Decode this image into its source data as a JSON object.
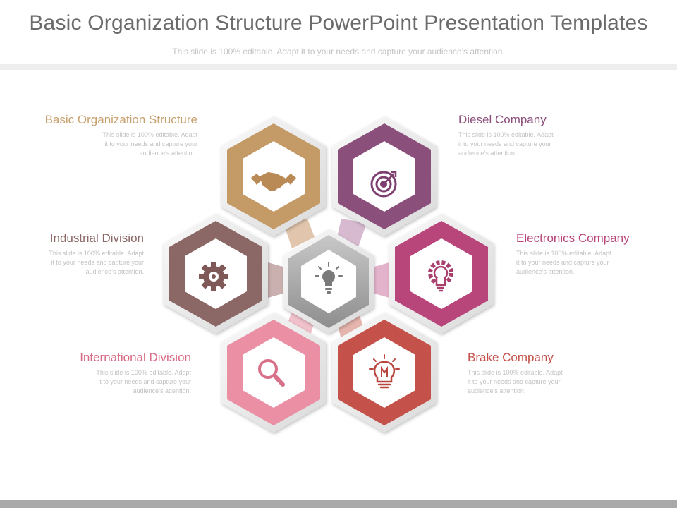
{
  "header": {
    "title": "Basic Organization Structure PowerPoint Presentation Templates",
    "subtitle": "This slide is 100% editable. Adapt it to your needs and capture your audience’s attention."
  },
  "items": [
    {
      "heading": "Basic Organization Structure",
      "body_lines": [
        "This slide is 100% editable. Adapt",
        "it to your needs and capture your",
        "audience’s attention."
      ],
      "color": "#c8a06e",
      "icon": "handshake-icon"
    },
    {
      "heading": "Diesel Company",
      "body_lines": [
        "This slide is 100% editable. Adapt",
        "it to your needs and capture your",
        "audience’s attention."
      ],
      "color": "#8b4f7b",
      "icon": "target-icon"
    },
    {
      "heading": "Industrial Division",
      "body_lines": [
        "This slide is 100% editable. Adapt",
        "it to your needs and capture your",
        "audience’s attention."
      ],
      "color": "#8b6766",
      "icon": "gear-icon"
    },
    {
      "heading": "Electronics Company",
      "body_lines": [
        "This slide is 100% editable. Adapt",
        "it to your needs and capture your",
        "audience’s attention."
      ],
      "color": "#b8467a",
      "icon": "bulb-gear-icon"
    },
    {
      "heading": "International Division",
      "body_lines": [
        "This slide is 100% editable. Adapt",
        "it to your needs and capture your",
        "audience’s attention."
      ],
      "color": "#d86a84",
      "icon": "magnifier-icon"
    },
    {
      "heading": "Brake Company",
      "body_lines": [
        "This slide is 100% editable. Adapt",
        "it to your needs and capture your",
        "audience’s attention."
      ],
      "color": "#c4524b",
      "icon": "idea-bulb-icon"
    }
  ],
  "center": {
    "color": "#a7a7a7",
    "icon": "lightbulb-icon"
  }
}
